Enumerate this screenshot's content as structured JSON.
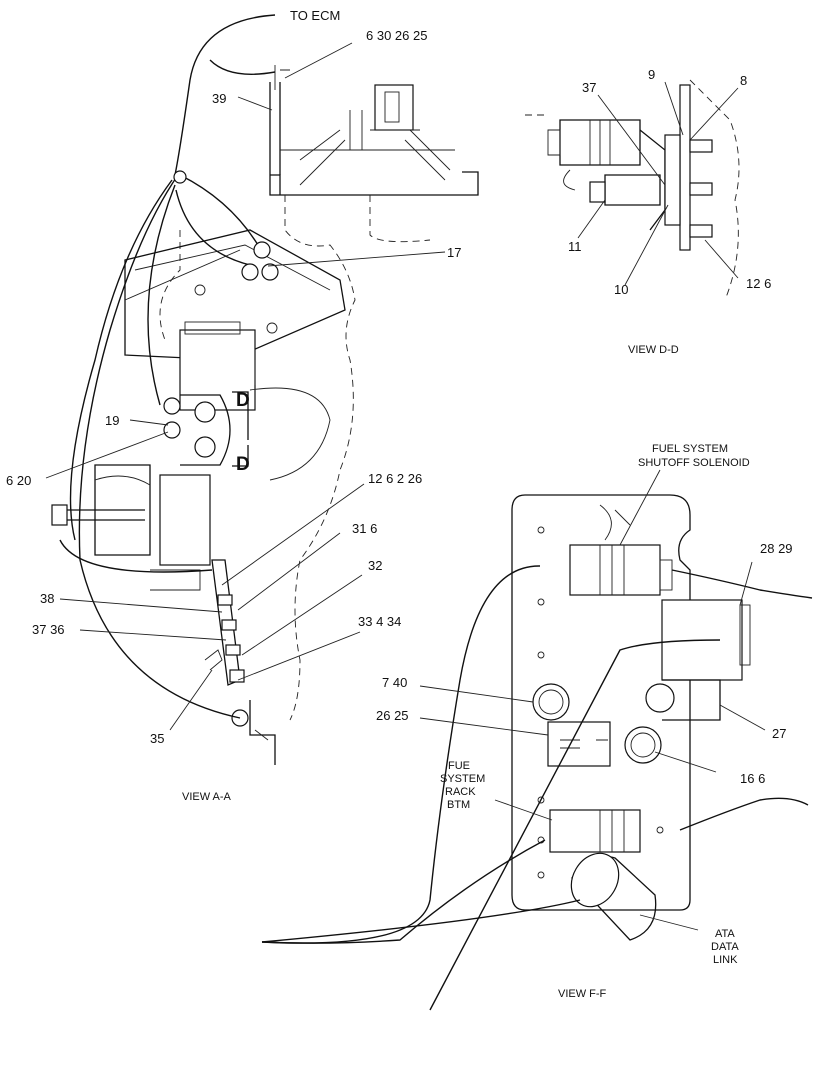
{
  "labels": {
    "to_ecm": "TO ECM",
    "l_6_30_26_25": "6  30  26  25",
    "l_39": "39",
    "l_17": "17",
    "l_19": "19",
    "l_6_20": "6  20",
    "l_12_6_2_26": "12  6  2  26",
    "l_31_6": "31  6",
    "l_32": "32",
    "l_38": "38",
    "l_37_36": "37  36",
    "l_33_4_34": "33  4  34",
    "l_35": "35",
    "d_upper": "D",
    "d_lower": "D",
    "view_aa": "VIEW A-A",
    "l_37": "37",
    "l_9": "9",
    "l_8": "8",
    "l_11": "11",
    "l_10": "10",
    "l_12_6": "12  6",
    "view_dd": "VIEW D-D",
    "fuel_shutoff_1": "FUEL SYSTEM",
    "fuel_shutoff_2": "SHUTOFF SOLENOID",
    "l_28_29": "28  29",
    "l_7_40": "7  40",
    "l_26_25": "26  25",
    "l_27": "27",
    "l_16_6": "16  6",
    "rack_1": "FUE",
    "rack_2": "SYSTEM",
    "rack_3": "RACK",
    "rack_4": "BTM",
    "ata_1": "ATA",
    "ata_2": "DATA",
    "ata_3": "LINK",
    "view_ff": "VIEW F-F"
  }
}
